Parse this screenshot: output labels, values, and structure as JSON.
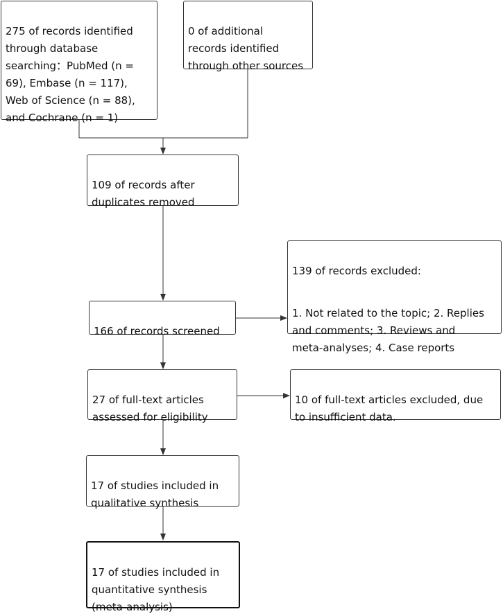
{
  "boxes": {
    "database_search": "275 of records identified\nthrough database\nsearching：PubMed (n =\n69), Embase (n = 117),\nWeb of Science (n = 88),\nand Cochrane (n = 1)",
    "other_sources": "0 of additional\nrecords identified\nthrough other sources",
    "after_duplicates": "109 of records after\nduplicates removed",
    "screened": "166 of records screened",
    "excluded_title": "139 of records excluded:",
    "excluded_reasons": "1. Not related to the topic; 2. Replies\nand comments; 3. Reviews and\nmeta-analyses; 4. Case reports",
    "full_text_assessed": "27 of full-text articles\nassessed for eligibility",
    "full_text_excluded": "10 of full-text articles excluded, due\nto insufficient data.",
    "qualitative": "17 of studies included in\nqualitative synthesis",
    "quantitative": "17 of studies included in\nquantitative synthesis\n(meta-analysis)"
  },
  "colors": {
    "border": "#333333",
    "text": "#111111",
    "background": "#ffffff"
  }
}
